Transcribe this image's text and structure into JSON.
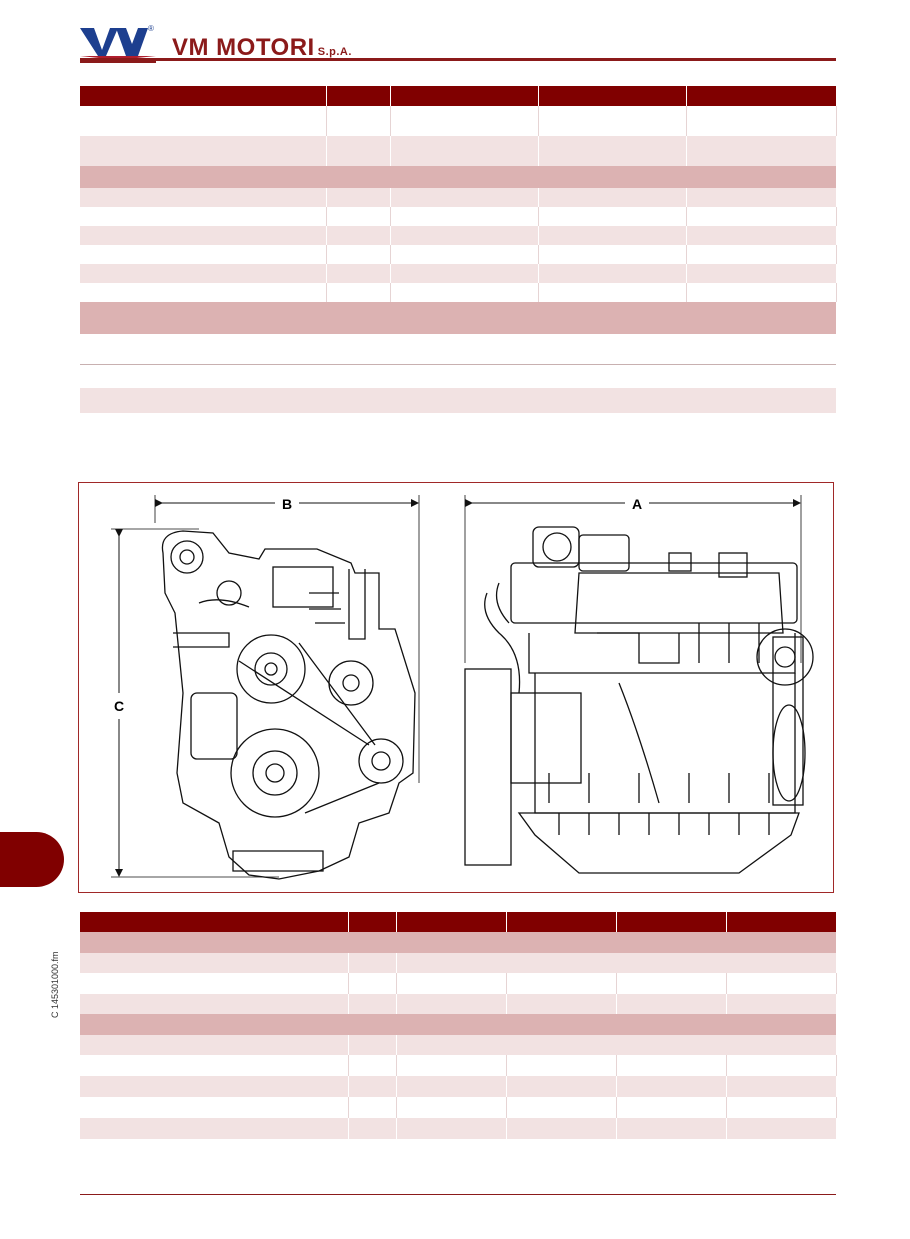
{
  "header": {
    "brand_name": "VM MOTORI",
    "brand_suffix": "S.p.A.",
    "registered_mark": "®"
  },
  "figure": {
    "dim_a": "A",
    "dim_b": "B",
    "dim_c": "C"
  },
  "sidebar": {
    "doc_code": "C 145301000.fm"
  },
  "colors": {
    "brand": "#8b1a1a",
    "header_row": "#800000",
    "band_row": "#dcb2b2",
    "stripe_row": "#f2e2e2"
  }
}
